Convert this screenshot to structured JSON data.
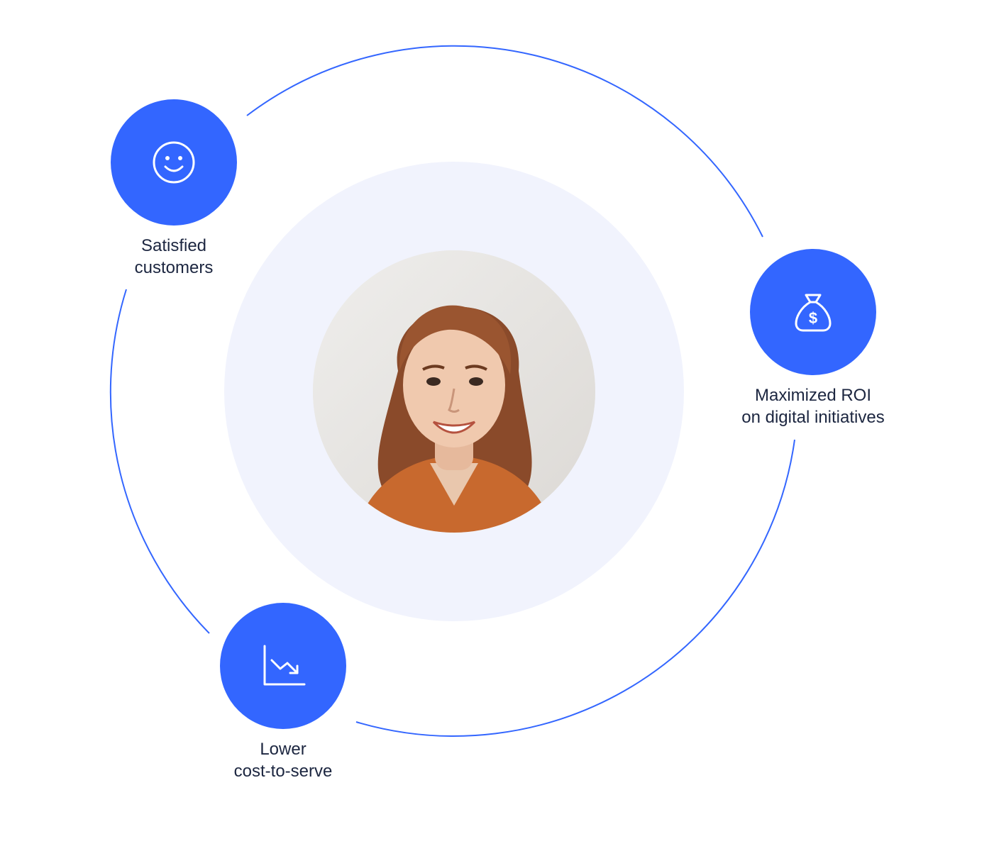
{
  "colors": {
    "accent": "#3366ff",
    "halo": "#f1f3fd",
    "label_text": "#1c2640",
    "icon_stroke": "#ffffff"
  },
  "center": {
    "image": "smiling-woman-portrait"
  },
  "benefits": [
    {
      "icon": "smiley-face-icon",
      "line1": "Satisfied",
      "line2": "customers"
    },
    {
      "icon": "money-bag-icon",
      "line1": "Maximized ROI",
      "line2": "on digital initiatives"
    },
    {
      "icon": "chart-trending-down-icon",
      "line1": "Lower",
      "line2": "cost-to-serve"
    }
  ]
}
